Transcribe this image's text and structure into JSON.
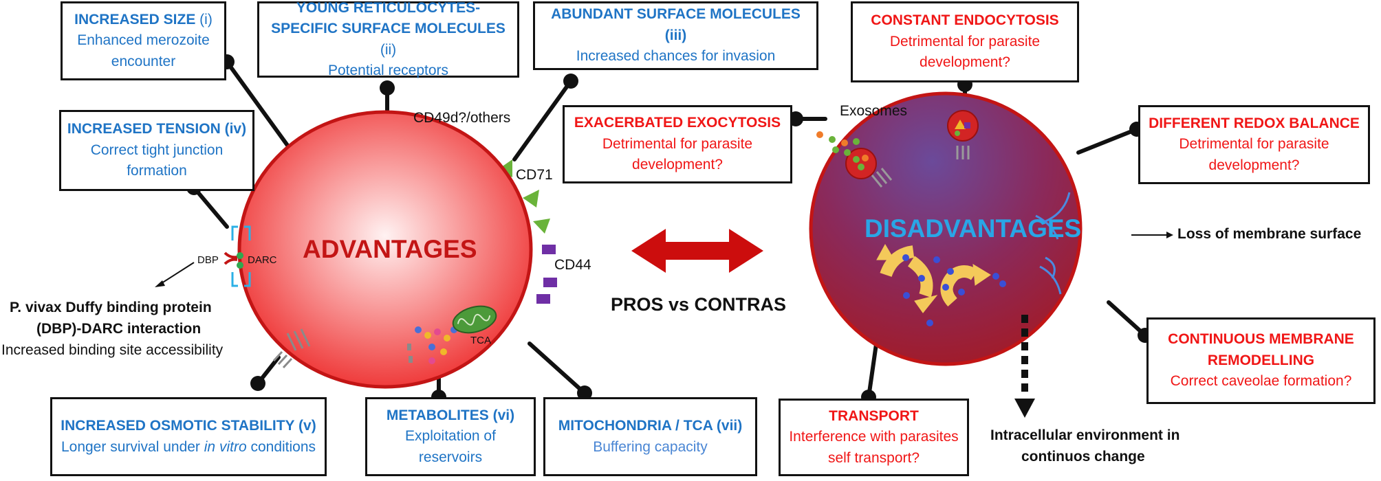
{
  "colors": {
    "advantage_text": "#1f74c5",
    "disadvantage_text": "#f01616",
    "advantage_cell": "#f25a5a",
    "disadvantage_cell": "#8e1f4f",
    "center_arrow": "#cc0d0d"
  },
  "center": {
    "advantages": "ADVANTAGES",
    "disadvantages": "DISADVANTAGES",
    "pros_vs_contras": "PROS vs CONTRAS"
  },
  "advantages": {
    "size": {
      "title": "INCREASED SIZE",
      "num": " (i)",
      "text": "Enhanced merozoite encounter"
    },
    "young": {
      "title": "YOUNG RETICULOCYTES-SPECIFIC SURFACE MOLECULES",
      "num": " (ii)",
      "text": "Potential receptors"
    },
    "abundant": {
      "title": "ABUNDANT SURFACE MOLECULES (iii)",
      "text": "Increased chances for invasion"
    },
    "tension": {
      "title": "INCREASED TENSION (iv)",
      "text": "Correct tight junction formation"
    },
    "osmotic": {
      "title": "INCREASED OSMOTIC STABILITY (v)",
      "text_a": "Longer survival under ",
      "text_em": "in vitro",
      "text_b": " conditions"
    },
    "metabolites": {
      "title": "METABOLITES (vi)",
      "text": "Exploitation of reservoirs"
    },
    "mito": {
      "title": "MITOCHONDRIA / TCA (vii)",
      "text": "Buffering capacity"
    }
  },
  "disadvantages": {
    "endocytosis": {
      "title": "CONSTANT ENDOCYTOSIS",
      "text": "Detrimental for parasite development?"
    },
    "exocytosis": {
      "title": "EXACERBATED EXOCYTOSIS",
      "text": "Detrimental for parasite development?"
    },
    "redox": {
      "title": "DIFFERENT REDOX BALANCE",
      "text": "Detrimental for parasite development?"
    },
    "remodelling": {
      "title": "CONTINUOUS MEMBRANE REMODELLING",
      "text": "Correct caveolae formation?"
    },
    "transport": {
      "title": "TRANSPORT",
      "text": "Interference with parasites self transport?"
    }
  },
  "labels": {
    "cd49d": "CD49d?/others",
    "cd71": "CD71",
    "cd44": "CD44",
    "exosomes": "Exosomes",
    "dbp": "DBP",
    "darc": "DARC",
    "tca": "TCA",
    "loss_membrane": "Loss of membrane surface",
    "dbp_line1": "P. vivax Duffy binding  protein",
    "dbp_line2": "(DBP)-DARC interaction",
    "dbp_line3": "Increased binding site accessibility",
    "intracellular_line1": "Intracellular environment in",
    "intracellular_line2": "continuos change"
  }
}
